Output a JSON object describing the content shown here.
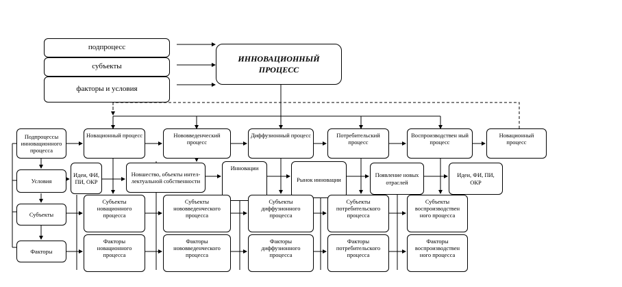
{
  "main_process": "ИННОВАЦИОННЫЙ\nПРОЦЕСС",
  "left_inputs": [
    "подпроцесс",
    "субъекты",
    "факторы и условия"
  ],
  "left_column": {
    "subprocesses": "Подпроцессы инновационного процесса",
    "conditions": "Условия",
    "subjects": "Субъекты",
    "factors": "Факторы"
  },
  "subprocesses": [
    "Новационный процесс",
    "Нововведенческий процесс",
    "Диффузионный процесс",
    "Потребительский процесс",
    "Воспроизводствен ный процесс",
    "Новационный процесс"
  ],
  "conditions": [
    "Идеи, ФИ, ПИ, ОКР",
    "Новшество, объекты интел-лектуальной собственности",
    "Инновации",
    "Рынок инновации",
    "Появление новых отраслей",
    "Идеи, ФИ, ПИ, ОКР"
  ],
  "subjects": [
    "Субъекты новационного процесса",
    "Субъекты нововведенческого процесса",
    "Субъекты диффузионного процесса",
    "Субъекты потребительского процесса",
    "Субъекты воспроизводствен ного процесса"
  ],
  "factors": [
    "Факторы новационного процесса",
    "Факторы нововведенческого процесса",
    "Факторы диффузионного процесса",
    "Факторы потребительского процесса",
    "Факторы воспроизводствен ного процесса"
  ]
}
